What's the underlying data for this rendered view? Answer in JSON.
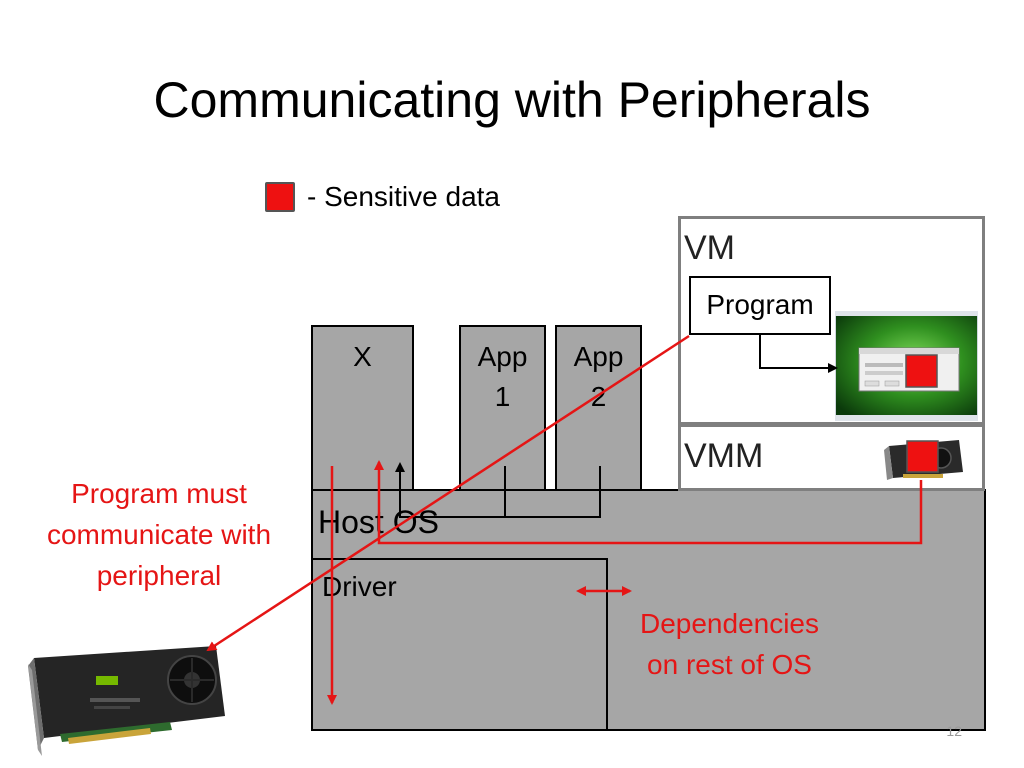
{
  "slide": {
    "title": "Communicating with Peripherals",
    "page_number": "12"
  },
  "legend": {
    "text": "- Sensitive data",
    "color": "#ee1111"
  },
  "boxes": {
    "x": "X",
    "app1_line1": "App",
    "app1_line2": "1",
    "app2_line1": "App",
    "app2_line2": "2",
    "host_os": "Host OS",
    "driver": "Driver",
    "vm": "VM",
    "vmm": "VMM",
    "program": "Program"
  },
  "annotations": {
    "program_must": [
      "Program must",
      "communicate with",
      "peripheral"
    ],
    "dependencies": [
      "Dependencies",
      "on rest of OS"
    ]
  },
  "colors": {
    "box_gray": "#a6a6a6",
    "arrow_red": "#e51515",
    "vm_border": "#7f7f7f"
  },
  "icons": {
    "gpu_card_large": "nvidia-tesla-gpu-card",
    "gpu_card_small": "gpu-card",
    "vm_screen": "virtual-machine-desktop-screenshot"
  }
}
